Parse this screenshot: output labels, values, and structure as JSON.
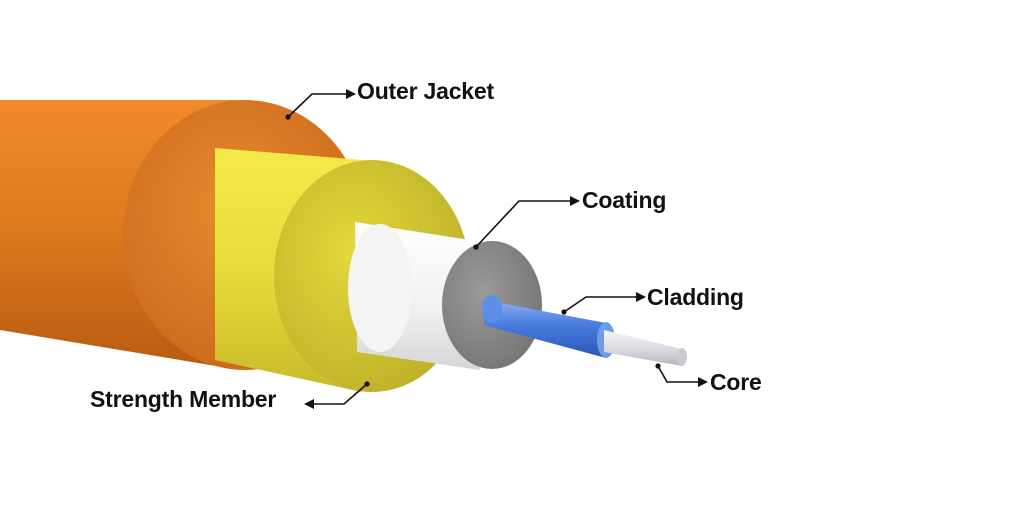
{
  "diagram": {
    "subject": "fiber optic cable cross-section",
    "labels": {
      "outer_jacket": "Outer Jacket",
      "coating": "Coating",
      "cladding": "Cladding",
      "core": "Core",
      "strength_member": "Strength Member"
    },
    "colors": {
      "outer_jacket": "#e07a1e",
      "strength_member": "#e6dc3a",
      "coating": "#f2f2f2",
      "coating_end": "#8a8a8a",
      "cladding": "#4a7fe0",
      "core": "#dcdde3",
      "leader_line": "#111111"
    }
  }
}
